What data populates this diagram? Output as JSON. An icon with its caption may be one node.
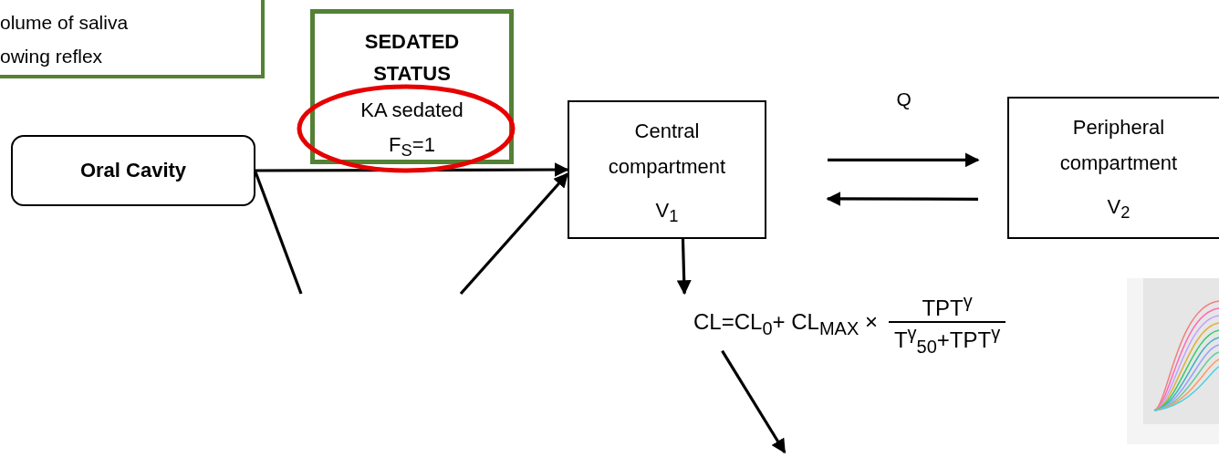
{
  "diagram": {
    "nodes": [
      {
        "text": [
          "olume of saliva owing reflex"
        ]
      },
      {
        "text": [
          "SEDATED STATUS",
          "KA sedated F$_{S}$=1"
        ]
      },
      {
        "text": [
          "Oral Cavity"
        ]
      },
      {
        "text": [
          "Central compartment",
          "V$_{1}$"
        ]
      },
      {
        "text": [
          "Peripheral compartment",
          "V$_{2}$"
        ]
      },
      {
        "text": [
          "CL=CL$_{0}$+ CL$_{MAX}$ ×",
          "TPT$^{γ}$",
          "T$^{γ}$$_{50}$+TPT$^{γ}$"
        ]
      }
    ],
    "edges": [
      {
        "from": 2,
        "to": 3,
        "arrow": "to"
      },
      {
        "from": 2,
        "to": null,
        "arrow": "none"
      },
      {
        "from": null,
        "to": 3,
        "arrow": "to"
      },
      {
        "from": 3,
        "to": 4,
        "arrow": "to",
        "label": "Q"
      },
      {
        "from": 4,
        "to": 3,
        "arrow": "to"
      },
      {
        "from": 3,
        "to": 5,
        "arrow": "to"
      },
      {
        "from": 5,
        "to": null,
        "arrow": "to"
      }
    ]
  }
}
